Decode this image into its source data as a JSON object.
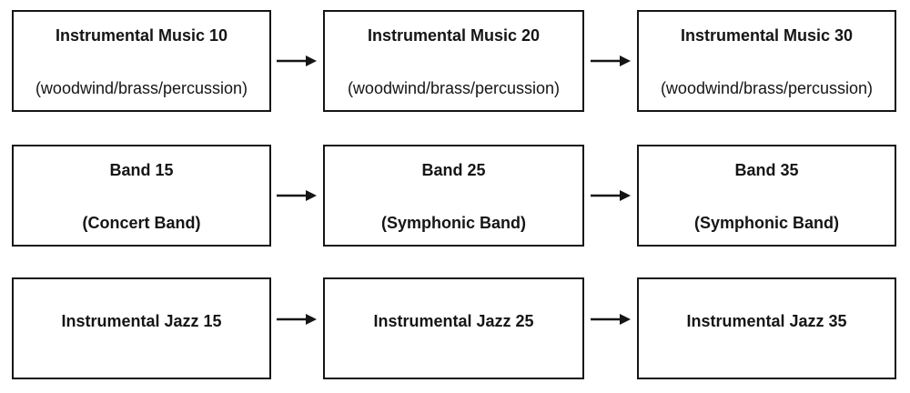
{
  "colors": {
    "background": "#ffffff",
    "box_fill": "#ffffff",
    "box_border": "#151515",
    "text": "#151515",
    "arrow": "#151515"
  },
  "diagram": {
    "rows": [
      {
        "boxes": [
          {
            "title": "Instrumental Music 10",
            "subtitle": "(woodwind/brass/percussion)"
          },
          {
            "title": "Instrumental Music 20",
            "subtitle": "(woodwind/brass/percussion)"
          },
          {
            "title": "Instrumental Music 30",
            "subtitle": "(woodwind/brass/percussion)"
          }
        ]
      },
      {
        "boxes": [
          {
            "title": "Band 15",
            "subtitle": "(Concert Band)"
          },
          {
            "title": "Band 25",
            "subtitle": "(Symphonic Band)"
          },
          {
            "title": "Band 35",
            "subtitle": "(Symphonic Band)"
          }
        ]
      },
      {
        "boxes": [
          {
            "title": "Instrumental Jazz 15"
          },
          {
            "title": "Instrumental Jazz 25"
          },
          {
            "title": "Instrumental Jazz 35"
          }
        ]
      }
    ]
  }
}
